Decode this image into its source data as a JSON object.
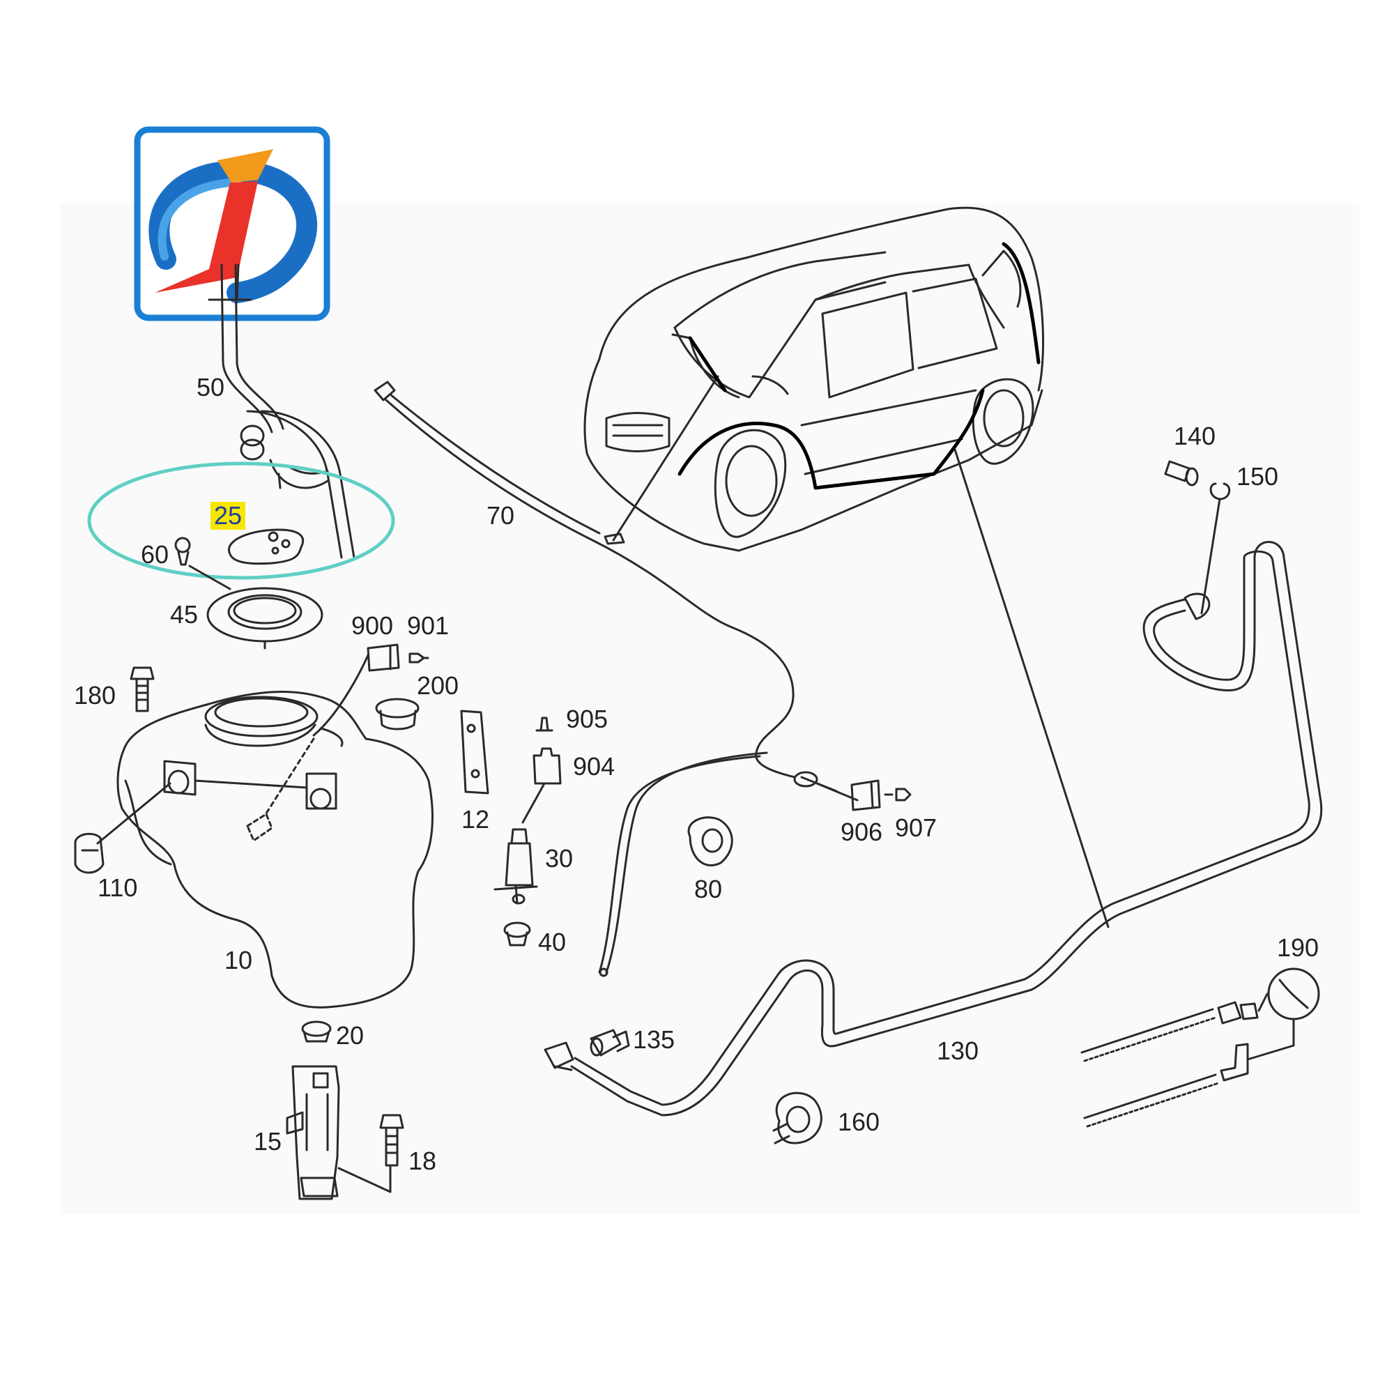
{
  "labels": {
    "p50": "50",
    "p25": "25",
    "p60": "60",
    "p45": "45",
    "p70": "70",
    "p140": "140",
    "p150": "150",
    "p900": "900",
    "p901": "901",
    "p180": "180",
    "p200": "200",
    "p905": "905",
    "p904": "904",
    "p12": "12",
    "p30": "30",
    "p906": "906",
    "p907": "907",
    "p80": "80",
    "p110": "110",
    "p40": "40",
    "p10": "10",
    "p190": "190",
    "p20": "20",
    "p135": "135",
    "p130": "130",
    "p15": "15",
    "p18": "18",
    "p160": "160"
  },
  "highlight": {
    "part": "25",
    "highlight_color": "#f6e600",
    "circle_color": "#5fcfc4"
  },
  "logo": {
    "frame_color": "#1a7fd4",
    "arc_color": "#1a6fc4",
    "accent_color": "#e8322a",
    "tip_color": "#f39a1c"
  }
}
